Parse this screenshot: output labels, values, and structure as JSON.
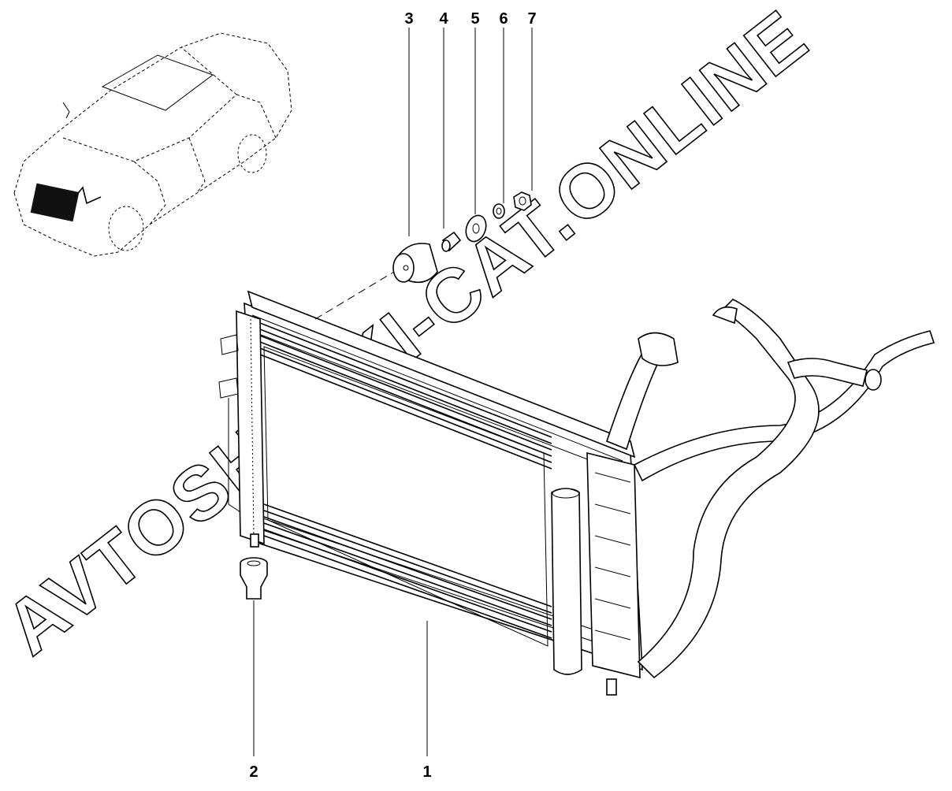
{
  "diagram": {
    "callouts": [
      {
        "id": "1",
        "label": "1"
      },
      {
        "id": "2",
        "label": "2"
      },
      {
        "id": "3",
        "label": "3"
      },
      {
        "id": "4",
        "label": "4"
      },
      {
        "id": "5",
        "label": "5"
      },
      {
        "id": "6",
        "label": "6"
      },
      {
        "id": "7",
        "label": "7"
      }
    ],
    "watermark": "AVTOSHAZKI-CAT.ONLINE"
  }
}
